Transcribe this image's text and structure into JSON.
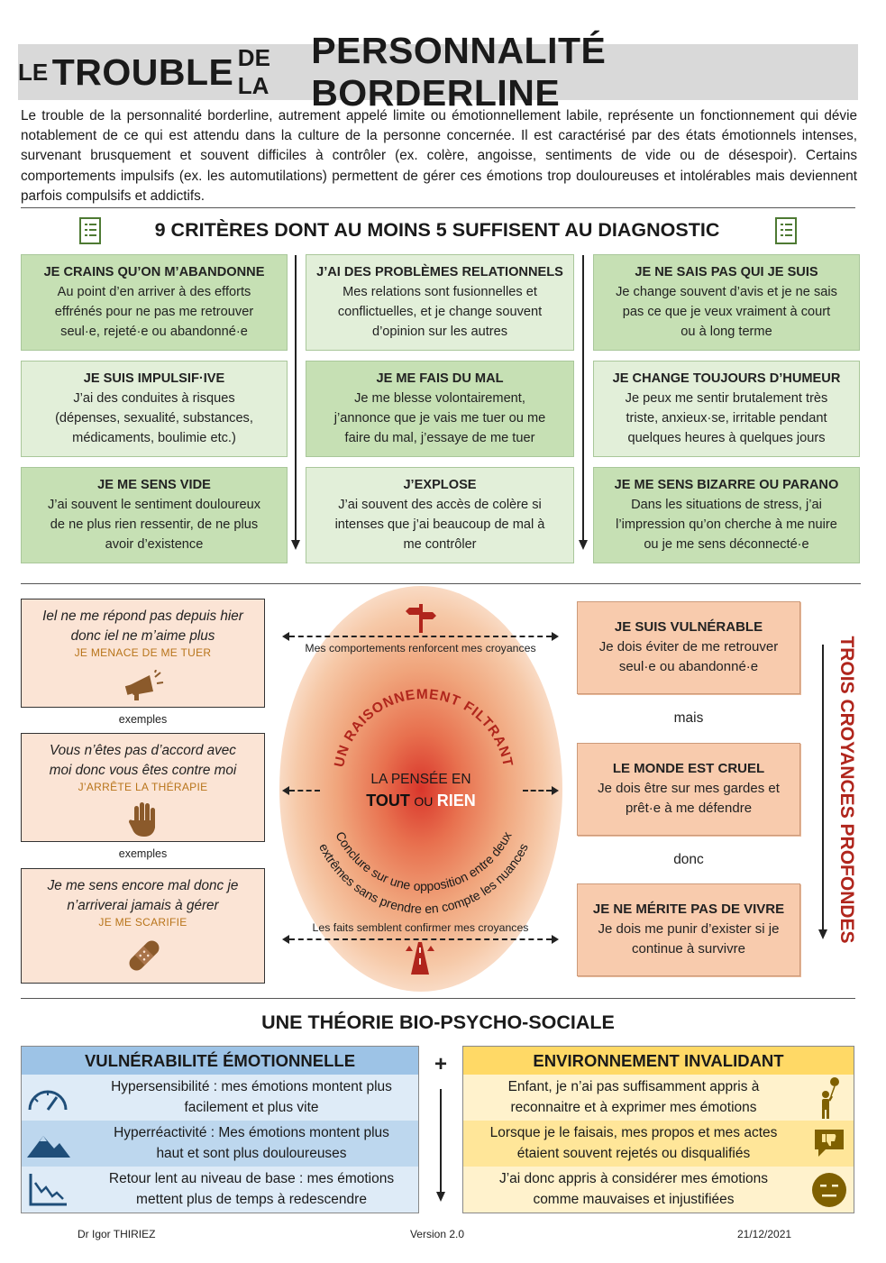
{
  "header": {
    "t1": "LE",
    "t2": "TROUBLE",
    "t3": "DE LA",
    "t4": "PERSONNALITÉ BORDERLINE",
    "intro": "Le trouble de la personnalité borderline, autrement appelé limite ou émotionnellement labile, représente un fonctionnement qui dévie notablement de ce qui est attendu dans la culture de la personne concernée. Il est caractérisé par des états émotionnels intenses, survenant brusquement et souvent difficiles à contrôler (ex. colère, angoisse, sentiments de vide ou de désespoir). Certains comportements impulsifs (ex. les automutilations) permettent de gérer ces émotions trop douloureuses et intolérables mais deviennent parfois compulsifs et addictifs."
  },
  "criteria": {
    "title": "9 CRITÈRES DONT AU MOINS 5 SUFFISENT AU DIAGNOSTIC",
    "items": [
      {
        "head": "JE CRAINS QU’ON M’ABANDONNE",
        "l1": "Au point d’en arriver à des efforts",
        "l2": "effrénés pour ne pas me retrouver",
        "l3": "seul·e, rejeté·e ou abandonné·e"
      },
      {
        "head": "J’AI DES PROBLÈMES RELATIONNELS",
        "l1": "Mes relations sont fusionnelles et",
        "l2": "conflictuelles, et je change souvent",
        "l3": "d’opinion sur les autres"
      },
      {
        "head": "JE NE SAIS PAS QUI JE SUIS",
        "l1": "Je change souvent d’avis et je ne sais",
        "l2": "pas ce que je veux vraiment à court",
        "l3": "ou à long terme"
      },
      {
        "head": "JE SUIS IMPULSIF·IVE",
        "l1": "J’ai des conduites à risques",
        "l2": "(dépenses, sexualité, substances,",
        "l3": "médicaments, boulimie etc.)"
      },
      {
        "head": "JE ME FAIS DU MAL",
        "l1": "Je me blesse volontairement,",
        "l2": "j’annonce que je vais me tuer ou me",
        "l3": "faire du mal, j’essaye de me tuer"
      },
      {
        "head": "JE CHANGE TOUJOURS D’HUMEUR",
        "l1": "Je peux me sentir brutalement très",
        "l2": "triste, anxieux·se, irritable pendant",
        "l3": "quelques heures à quelques jours"
      },
      {
        "head": "JE ME SENS VIDE",
        "l1": "J’ai souvent le sentiment douloureux",
        "l2": "de ne plus rien ressentir, de ne plus",
        "l3": "avoir d’existence"
      },
      {
        "head": "J’EXPLOSE",
        "l1": "J’ai souvent des accès de colère si",
        "l2": "intenses que j’ai beaucoup de mal à",
        "l3": "me contrôler"
      },
      {
        "head": "JE ME SENS BIZARRE OU PARANO",
        "l1": "Dans les situations de stress, j’ai",
        "l2": "l’impression qu’on cherche à me nuire",
        "l3": "ou je me sens déconnecté·e"
      }
    ]
  },
  "examples": {
    "label": "exemples",
    "items": [
      {
        "l1": "Iel ne me répond pas depuis hier",
        "l2": "donc iel ne m’aime plus",
        "action": "JE MENACE DE ME TUER",
        "icon": "megaphone-icon"
      },
      {
        "l1": "Vous n’êtes pas d’accord avec",
        "l2": "moi donc vous êtes contre moi",
        "action": "J’ARRÊTE LA THÉRAPIE",
        "icon": "stop-hand-icon"
      },
      {
        "l1": "Je me sens encore mal donc je",
        "l2": "n’arriverai jamais à gérer",
        "action": "JE ME SCARIFIE",
        "icon": "bandage-icon"
      }
    ]
  },
  "center": {
    "arrow_top": "Mes comportements renforcent mes croyances",
    "arrow_bottom": "Les faits semblent confirmer mes croyances",
    "arc_top": "UN RAISONNEMENT FILTRANT",
    "pensee": "LA PENSÉE EN",
    "tout": "TOUT",
    "ou": "OU",
    "rien": "RIEN",
    "arc_b1": "Conclure sur une opposition entre deux",
    "arc_b2": "extrêmes sans prendre en compte les nuances"
  },
  "beliefs": {
    "side_title": "TROIS CROYANCES PROFONDES",
    "items": [
      {
        "head": "JE SUIS VULNÉRABLE",
        "l1": "Je dois éviter de me retrouver",
        "l2": "seul·e ou abandonné·e"
      },
      {
        "head": "LE MONDE EST CRUEL",
        "l1": "Je dois être sur mes gardes et",
        "l2": "prêt·e à me défendre"
      },
      {
        "head": "JE NE MÉRITE PAS DE VIVRE",
        "l1": "Je dois me punir d’exister si je",
        "l2": "continue à survivre"
      }
    ],
    "mais": "mais",
    "donc": "donc"
  },
  "bio": {
    "title": "UNE THÉORIE BIO-PSYCHO-SOCIALE",
    "plus": "+",
    "left_title": "VULNÉRABILITÉ ÉMOTIONNELLE",
    "left_rows": [
      {
        "l1": "Hypersensibilité : mes émotions montent plus",
        "l2": "facilement et plus vite",
        "icon": "gauge-icon"
      },
      {
        "l1": "Hyperréactivité : Mes émotions montent plus",
        "l2": "haut et sont plus douloureuses",
        "icon": "mountain-icon"
      },
      {
        "l1": "Retour lent au niveau de base : mes émotions",
        "l2": "mettent plus de temps à redescendre",
        "icon": "descending-chart-icon"
      }
    ],
    "right_title": "ENVIRONNEMENT INVALIDANT",
    "right_rows": [
      {
        "l1": "Enfant, je n’ai pas suffisamment appris à",
        "l2": "reconnaitre et à exprimer mes émotions",
        "icon": "child-balloon-icon"
      },
      {
        "l1": "Lorsque je le faisais, mes propos et mes actes",
        "l2": "étaient souvent rejetés ou disqualifiés",
        "icon": "thumbs-down-bubble-icon"
      },
      {
        "l1": "J’ai donc appris à considérer mes émotions",
        "l2": "comme mauvaises et injustifiées",
        "icon": "neutral-face-icon"
      }
    ]
  },
  "footer": {
    "author": "Dr Igor THIRIEZ",
    "version": "Version 2.0",
    "date": "21/12/2021"
  }
}
